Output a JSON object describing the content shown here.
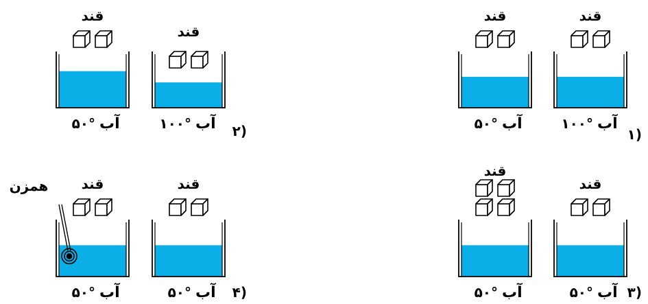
{
  "colors": {
    "water": "#0AAFE8",
    "outline": "#000000"
  },
  "options": [
    {
      "number": "۱)",
      "beakers": [
        {
          "sugar_label": "قند",
          "cubes": 2,
          "water_label": "آب",
          "temperature": "۱۰۰°",
          "stirrer": false,
          "water_level": 0.55
        },
        {
          "sugar_label": "قند",
          "cubes": 2,
          "water_label": "آب",
          "temperature": "۵۰°",
          "stirrer": false,
          "water_level": 0.55
        }
      ]
    },
    {
      "number": "۲)",
      "beakers": [
        {
          "sugar_label": "قند",
          "cubes": 2,
          "water_label": "آب",
          "temperature": "۱۰۰°",
          "stirrer": false,
          "water_level": 0.45
        },
        {
          "sugar_label": "قند",
          "cubes": 2,
          "water_label": "آب",
          "temperature": "۵۰°",
          "stirrer": false,
          "water_level": 0.65
        }
      ]
    },
    {
      "number": "۳)",
      "beakers": [
        {
          "sugar_label": "قند",
          "cubes": 2,
          "water_label": "آب",
          "temperature": "۵۰°",
          "stirrer": false,
          "water_level": 0.55
        },
        {
          "sugar_label": "قند",
          "cubes": 4,
          "water_label": "آب",
          "temperature": "۵۰°",
          "stirrer": false,
          "water_level": 0.55
        }
      ]
    },
    {
      "number": "۴)",
      "beakers": [
        {
          "sugar_label": "قند",
          "cubes": 2,
          "water_label": "آب",
          "temperature": "۵۰°",
          "stirrer": false,
          "water_level": 0.55
        },
        {
          "sugar_label": "قند",
          "cubes": 2,
          "water_label": "آب",
          "temperature": "۵۰°",
          "stirrer": true,
          "stirrer_label": "همزن",
          "water_level": 0.55
        }
      ]
    }
  ]
}
